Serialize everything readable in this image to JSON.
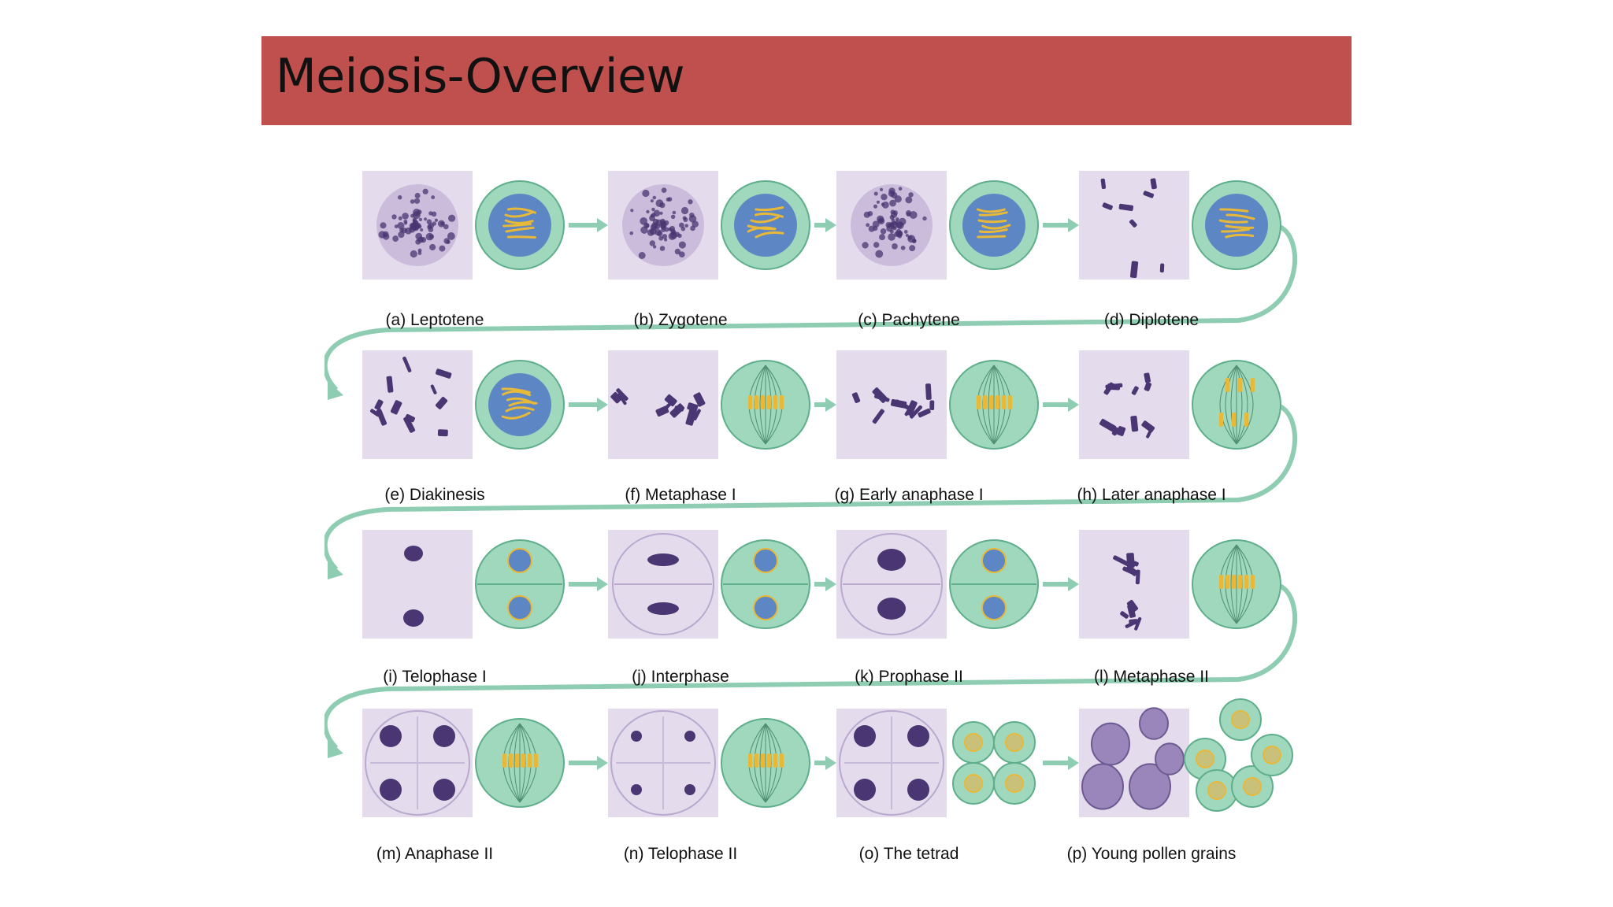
{
  "slide": {
    "title": "Meiosis-Overview"
  },
  "figure": {
    "stages": [
      {
        "label": "(a)  Leptotene"
      },
      {
        "label": "(b)  Zygotene"
      },
      {
        "label": "(c)  Pachytene"
      },
      {
        "label": "(d)  Diplotene"
      },
      {
        "label": "(e)  Diakinesis"
      },
      {
        "label": "(f)  Metaphase I"
      },
      {
        "label": "(g)  Early anaphase I"
      },
      {
        "label": "(h)  Later anaphase I"
      },
      {
        "label": "(i)  Telophase I"
      },
      {
        "label": "(j) Interphase"
      },
      {
        "label": "(k)  Prophase II"
      },
      {
        "label": "(l)  Metaphase II"
      },
      {
        "label": "(m)  Anaphase II"
      },
      {
        "label": "(n)  Telophase II"
      },
      {
        "label": "(o)  The tetrad"
      },
      {
        "label": "(p)  Young pollen grains"
      }
    ],
    "colors": {
      "micrograph_bg": "#e4dcec",
      "micrograph_stain": "#4a3672",
      "cell_fill": "#9fd8bc",
      "cell_edge": "#5fae8c",
      "nucleus_fill": "#5c86c4",
      "chromosome": "#e8b838",
      "arrow": "#8fcdb2"
    }
  }
}
